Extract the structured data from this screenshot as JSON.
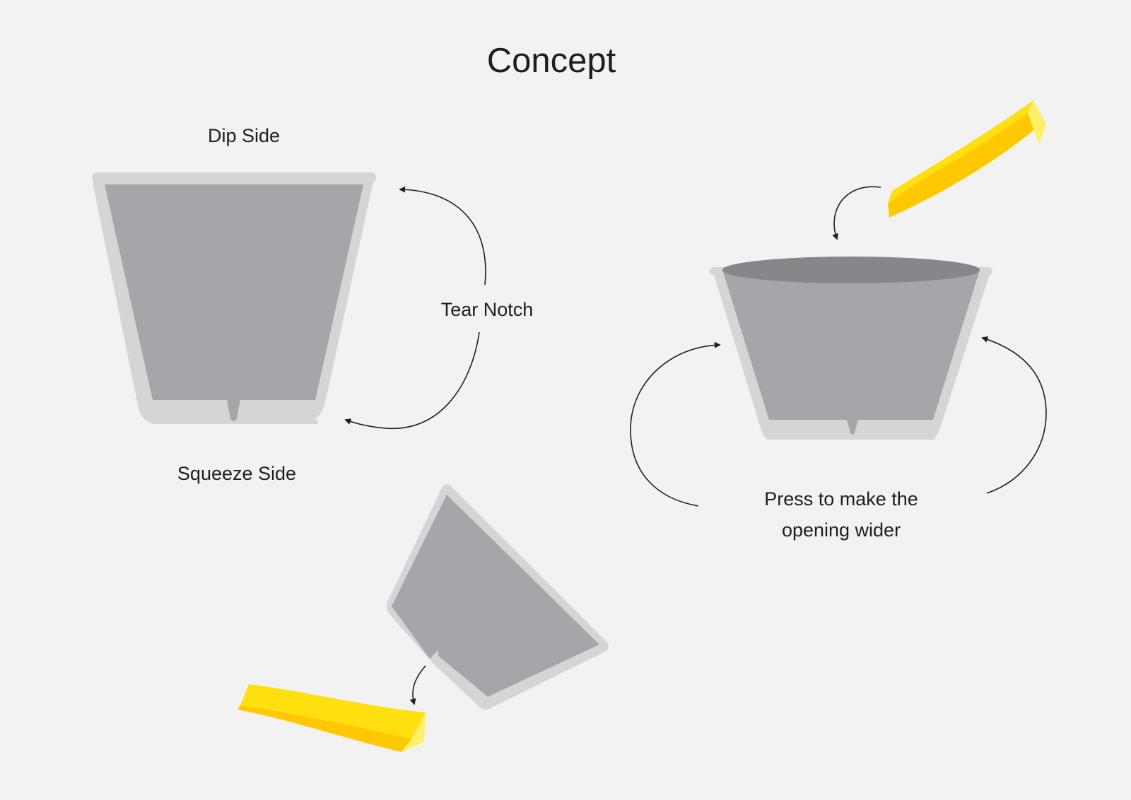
{
  "title": "Concept",
  "labels": {
    "dip_side": "Dip Side",
    "squeeze_side": "Squeeze Side",
    "tear_notch": "Tear Notch",
    "press_line1": "Press to make the",
    "press_line2": "opening wider"
  },
  "colors": {
    "background": "#f2f2f2",
    "container_rim": "#d4d5d7",
    "container_body": "#a5a6a9",
    "container_opening": "#86878a",
    "fry_light": "#ffdf0d",
    "fry_mid": "#ffc800",
    "fry_end": "#fff06a",
    "arrow": "#1e1e1e",
    "text": "#1e1e1e"
  },
  "icons": [
    "container-front-icon",
    "container-open-icon",
    "container-tilted-icon",
    "french-fry-icon",
    "curved-arrow-icon"
  ]
}
